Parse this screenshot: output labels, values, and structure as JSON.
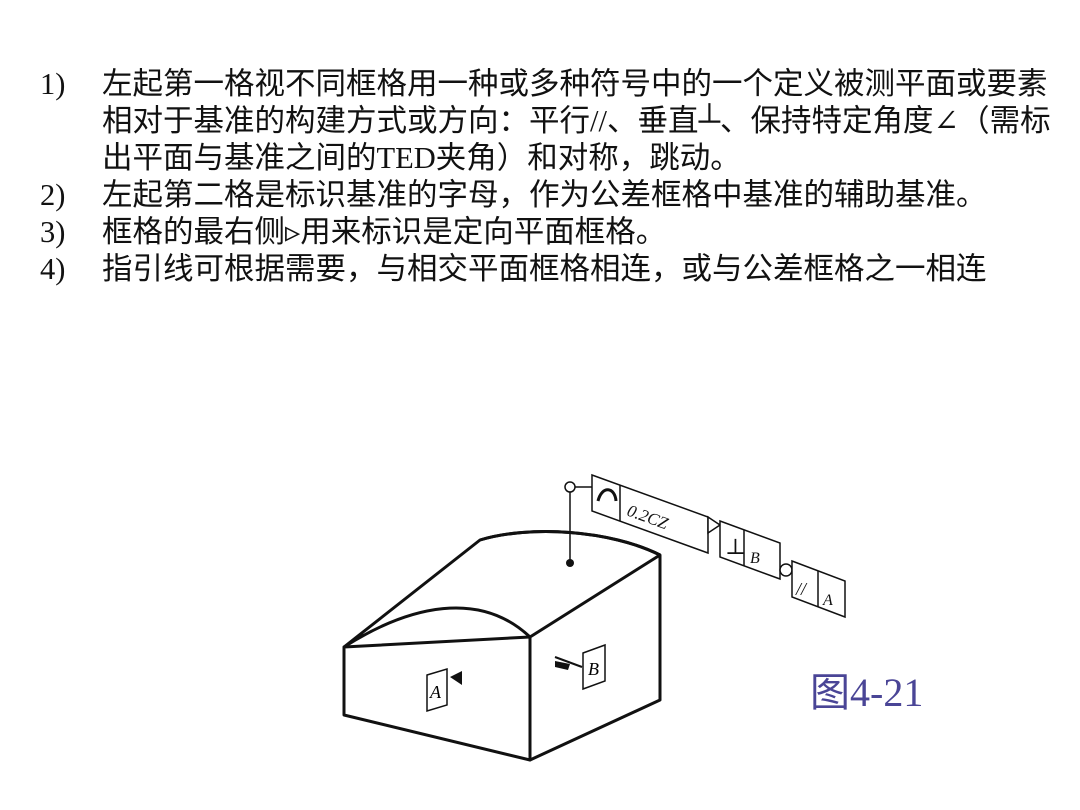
{
  "items": [
    {
      "num": "1)",
      "text": "左起第一格视不同框格用一种或多种符号中的一个定义被测平面或要素相对于基准的构建方式或方向：平行//、垂直┴、保持特定角度∠（需标出平面与基准之间的TED夹角）和对称，跳动。"
    },
    {
      "num": "2)",
      "text": "左起第二格是标识基准的字母，作为公差框格中基准的辅助基准。"
    },
    {
      "num": "3)",
      "text": "框格的最右侧▹用来标识是定向平面框格。"
    },
    {
      "num": "4)",
      "text": "指引线可根据需要，与相交平面框格相连，或与公差框格之一相连"
    }
  ],
  "figure": {
    "caption": "图4-21",
    "tolerance_value": "0.2CZ",
    "datum_a": "A",
    "datum_b": "B",
    "perp_datum": "B",
    "parallel_datum": "A",
    "perp_symbol": "⊥",
    "parallel_symbol": "//"
  }
}
